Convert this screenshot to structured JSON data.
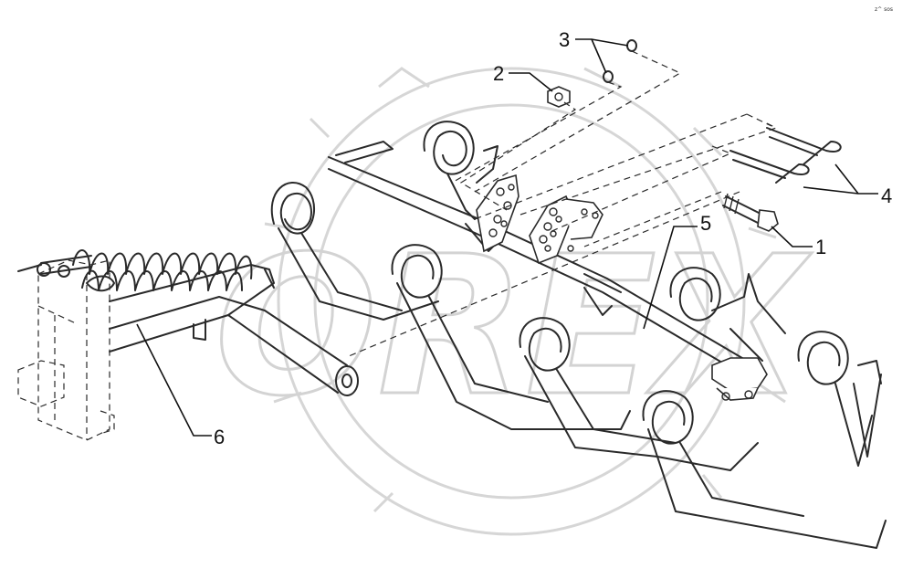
{
  "drawing": {
    "code": "z^ sos",
    "watermark": "OREX"
  },
  "callouts": [
    {
      "id": "callout-1",
      "label": "1"
    },
    {
      "id": "callout-2",
      "label": "2"
    },
    {
      "id": "callout-3",
      "label": "3"
    },
    {
      "id": "callout-4",
      "label": "4"
    },
    {
      "id": "callout-5",
      "label": "5"
    },
    {
      "id": "callout-6",
      "label": "6"
    }
  ]
}
